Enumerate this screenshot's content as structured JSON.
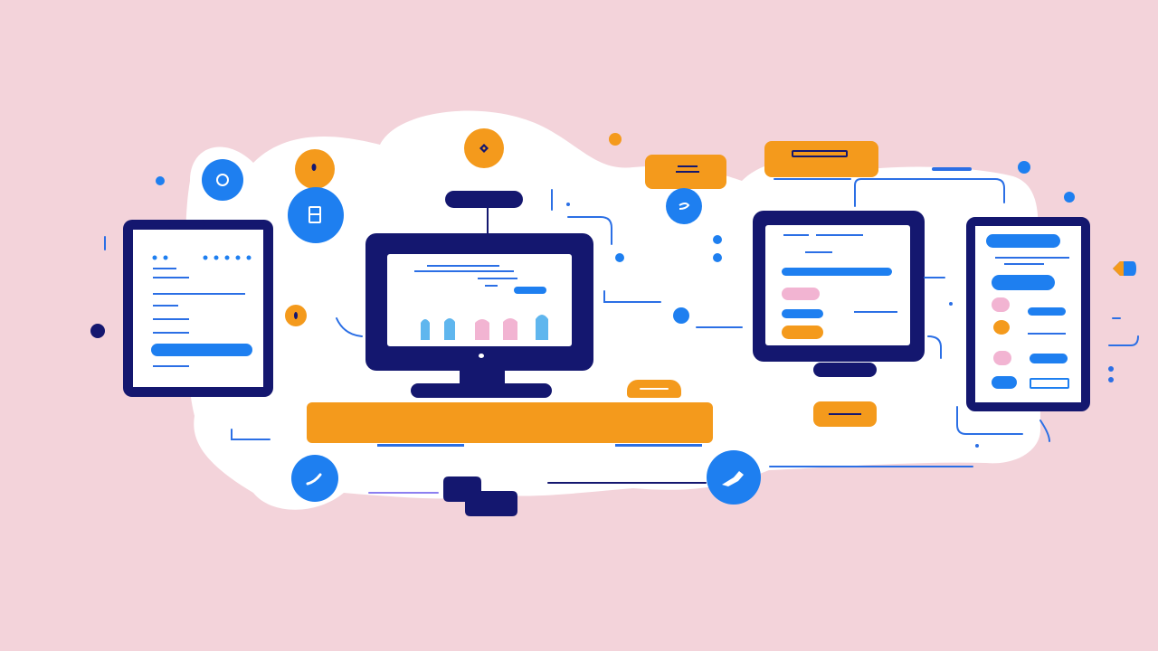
{
  "scene": {
    "description_free": true,
    "colors": {
      "background": "#f3d3da",
      "cloud": "#ffffff",
      "navy": "#14176f",
      "blue": "#1e7ff0",
      "orange": "#f49a1c",
      "pink": "#f2b4d2",
      "light_blue": "#5fb6ee"
    },
    "devices": [
      {
        "name": "tablet-left",
        "icon": "document-icon"
      },
      {
        "name": "monitor-center",
        "icon": "bar-chart-icon"
      },
      {
        "name": "monitor-right",
        "icon": "form-icon"
      },
      {
        "name": "tablet-right",
        "icon": "list-icon"
      }
    ],
    "floating_icons": [
      "circle-icon",
      "phone-icon",
      "check-icon",
      "chevron-icon",
      "edit-icon",
      "pen-icon",
      "keyboard-icon"
    ]
  }
}
